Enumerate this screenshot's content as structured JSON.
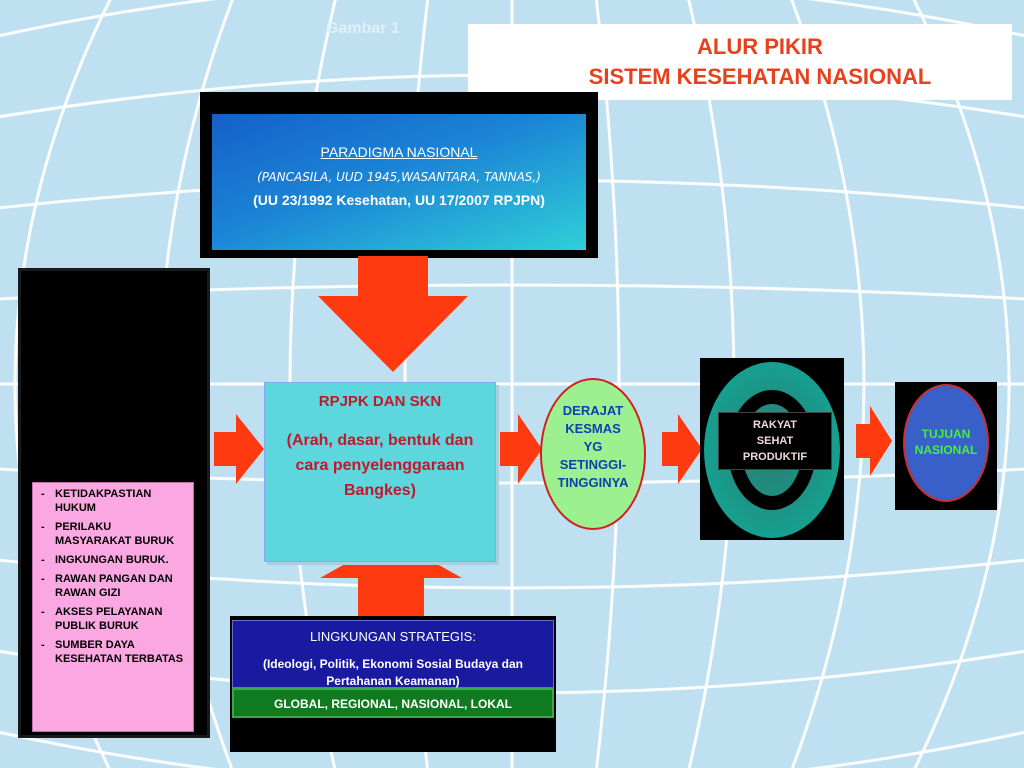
{
  "label": "Gambar 1",
  "title": {
    "line1": "ALUR PIKIR",
    "line2": "SISTEM KESEHATAN NASIONAL"
  },
  "paradigm": {
    "heading": "PARADIGMA NASIONAL",
    "values": "(PANCASILA, UUD 1945,WASANTARA, TANNAS,)",
    "laws": "(UU 23/1992 Kesehatan, UU 17/2007 RPJPN)"
  },
  "problems": [
    "KETIDAKPASTIAN HUKUM",
    "PERILAKU MASYARAKAT BURUK",
    "INGKUNGAN BURUK.",
    "RAWAN PANGAN DAN RAWAN GIZI",
    "AKSES PELAYANAN PUBLIK BURUK",
    "SUMBER DAYA KESEHATAN TERBATAS"
  ],
  "rpjpk": {
    "heading": "RPJPK DAN SKN",
    "body": "(Arah, dasar, bentuk dan cara penyelenggaraan Bangkes)"
  },
  "derajat": [
    "DERAJAT",
    "KESMAS",
    "YG",
    "SETINGGI-",
    "TINGGINYA"
  ],
  "rakyat": [
    "RAKYAT",
    "SEHAT",
    "PRODUKTIF"
  ],
  "tujuan": [
    "TUJUAN",
    "NASIONAL"
  ],
  "lingkungan": {
    "heading": "LINGKUNGAN STRATEGIS:",
    "body": "(Ideologi, Politik, Ekonomi Sosial Budaya dan Pertahanan Keamanan)",
    "levels": "GLOBAL, REGIONAL, NASIONAL, LOKAL"
  },
  "colors": {
    "arrow": "#ff3a10",
    "title": "#e8401c",
    "pink": "#fba8e2",
    "rpjpk": "#5ed6de",
    "derajat": "#9cf090",
    "lingkungan": "#1a1aa0",
    "global": "#0f7a20"
  }
}
